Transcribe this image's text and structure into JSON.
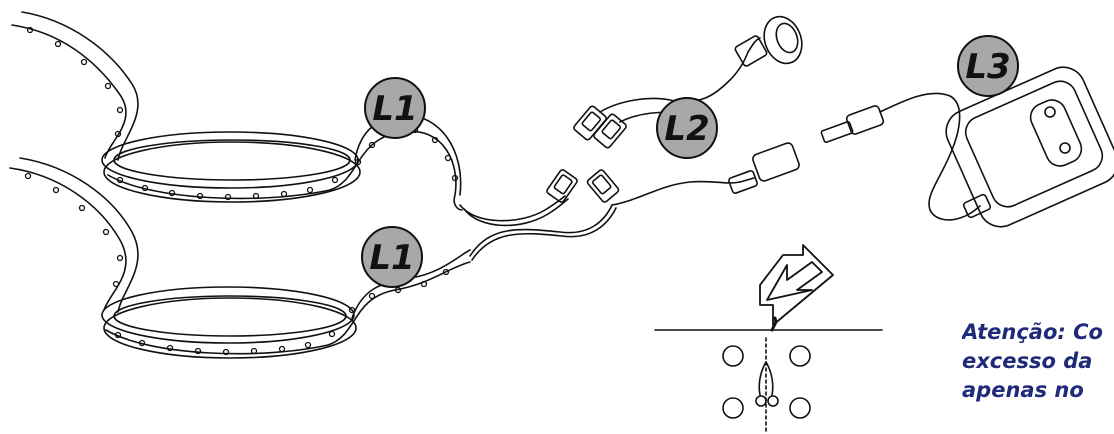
{
  "labels": {
    "strip_upper": "L1",
    "strip_lower": "L1",
    "splitter": "L2",
    "adapter": "L3"
  },
  "note": {
    "line1": "Atenção: Co",
    "line2": "excesso da",
    "line3": "apenas no"
  },
  "colors": {
    "badge_fill": "#a8a8a8",
    "ink": "#111111",
    "note_text": "#1f2a7a"
  }
}
